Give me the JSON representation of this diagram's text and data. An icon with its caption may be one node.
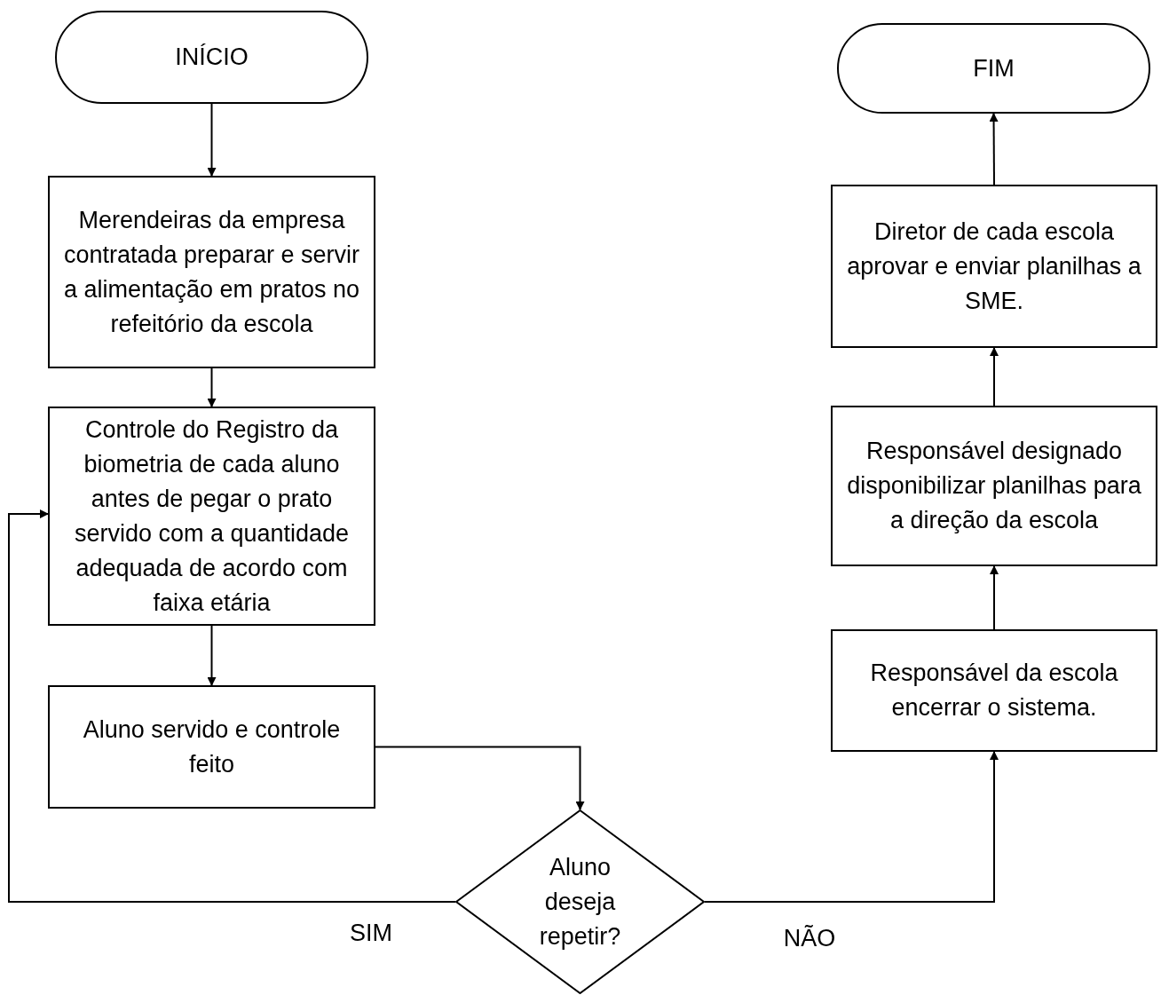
{
  "diagram": {
    "nodes": [
      {
        "text": [
          "INÍCIO"
        ]
      },
      {
        "text": [
          "Merendeiras da empresa contratada preparar e servir a alimentação em pratos no refeitório da escola"
        ]
      },
      {
        "text": [
          "Controle do Registro da biometria de cada aluno antes de pegar o prato servido com a quantidade adequada de acordo com faixa etária"
        ]
      },
      {
        "text": [
          "Aluno servido e controle feito"
        ]
      },
      {
        "text": [
          "Aluno deseja repetir?"
        ]
      },
      {
        "text": [
          "Responsável da escola encerrar o sistema."
        ]
      },
      {
        "text": [
          "Responsável designado disponibilizar planilhas para a direção da escola"
        ]
      },
      {
        "text": [
          "Diretor de cada escola aprovar e enviar planilhas a SME."
        ]
      },
      {
        "text": [
          "FIM"
        ]
      }
    ],
    "edges": [
      {
        "from": 0,
        "to": 1,
        "arrow": "to"
      },
      {
        "from": 1,
        "to": 2,
        "arrow": "to"
      },
      {
        "from": 2,
        "to": 3,
        "arrow": "to"
      },
      {
        "from": 3,
        "to": 4,
        "arrow": "to"
      },
      {
        "from": 4,
        "to": 2,
        "arrow": "to",
        "label": "SIM"
      },
      {
        "from": 4,
        "to": 5,
        "arrow": "to",
        "label": "NÃO"
      },
      {
        "from": 5,
        "to": 6,
        "arrow": "to"
      },
      {
        "from": 6,
        "to": 7,
        "arrow": "to"
      },
      {
        "from": 7,
        "to": 8,
        "arrow": "to"
      }
    ]
  }
}
